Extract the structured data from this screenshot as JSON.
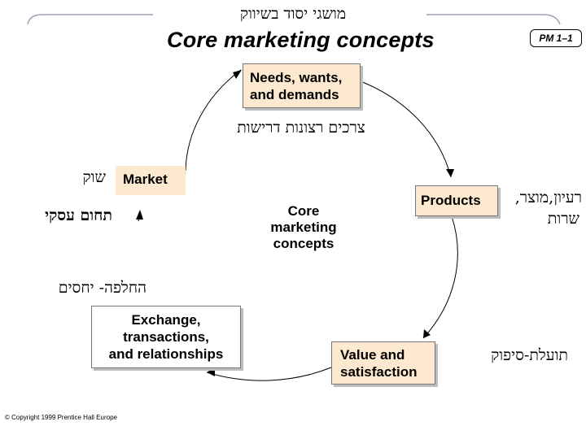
{
  "header": {
    "hebrew_title": "מושגי יסוד בשיווק",
    "title": "Core marketing concepts",
    "slide_id": "PM 1–1"
  },
  "nodes": {
    "needs": {
      "line1": "Needs, wants,",
      "line2": "and demands",
      "hebrew": "צרכים רצונות דרישות"
    },
    "products": {
      "label": "Products",
      "hebrew_line1": "רעיון,מוצר,",
      "hebrew_line2": "שרות"
    },
    "value": {
      "line1": "Value and",
      "line2": "satisfaction",
      "hebrew": "תועלת-סיפוק"
    },
    "exchange": {
      "line1": "Exchange,",
      "line2": "transactions,",
      "line3": "and relationships",
      "hebrew": "החלפה- יחסים"
    },
    "market": {
      "label": "Market",
      "hebrew_line1": "שוק",
      "hebrew_line2": "תחום עסקי"
    }
  },
  "center": {
    "line1": "Core",
    "line2": "marketing",
    "line3": "concepts"
  },
  "footer": {
    "copyright": "© Copyright 1999 Prentice Hall Europe"
  },
  "colors": {
    "box_fill": "#fce9cf",
    "line": "#000000",
    "header_rule": "#9aa3b3"
  }
}
